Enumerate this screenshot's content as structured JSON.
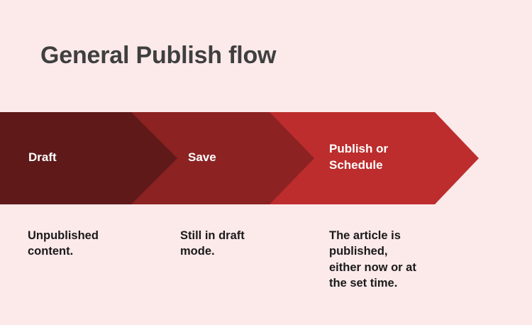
{
  "background_color": "#fce9e9",
  "title": "General Publish flow",
  "title_color": "#3f3f3f",
  "diagram": {
    "type": "chevron-process-flow",
    "direction": "left-to-right",
    "steps": [
      {
        "label": "Draft",
        "caption": "Unpublished\ncontent.",
        "color": "#5f1919",
        "label_color": "#ffffff"
      },
      {
        "label": "Save",
        "caption": "Still in draft\nmode.",
        "color": "#8c2222",
        "label_color": "#ffffff"
      },
      {
        "label": "Publish or\nSchedule",
        "caption": "The article is\npublished,\neither now or at\nthe set time.",
        "color": "#bd2d2d",
        "label_color": "#ffffff"
      }
    ],
    "caption_color": "#1a1a1a"
  }
}
